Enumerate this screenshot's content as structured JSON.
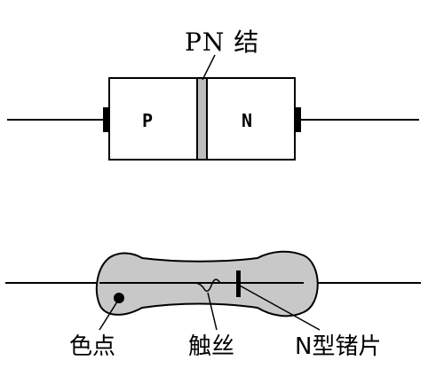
{
  "diode_structure": {
    "junction_label": "PN 结",
    "p_region_label": "P",
    "n_region_label": "N"
  },
  "point_contact_diode": {
    "color_dot_label": "色点",
    "contact_wire_label": "触丝",
    "n_germanium_label": "N型锗片"
  }
}
